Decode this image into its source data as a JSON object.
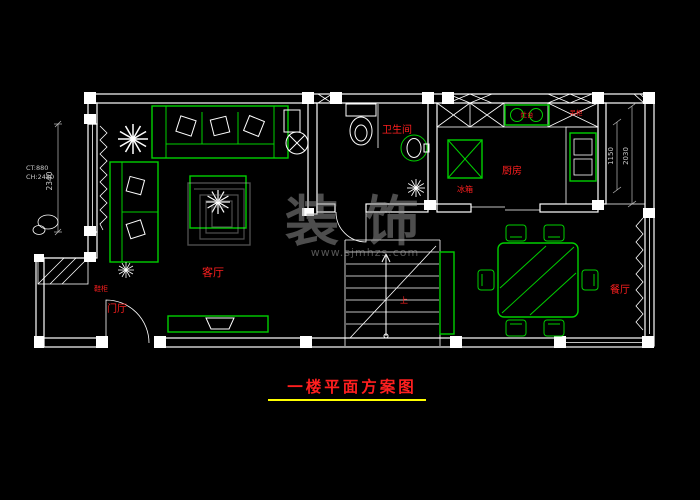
{
  "title": {
    "text": "一楼平面方案图"
  },
  "watermark": {
    "brand": "装饰",
    "url": "www.sjmhzs.com"
  },
  "rooms": {
    "living": "客厅",
    "entry": "门厅",
    "bathroom": "卫生间",
    "kitchen": "厨房",
    "dining": "餐厅"
  },
  "annotations": {
    "fridge": "冰箱",
    "shoe_cabinet": "鞋柜",
    "stove": "灶台",
    "wall_cabinet": "吊柜",
    "stairs_up": "上"
  },
  "dimensions": {
    "window_note_1": "CT:880",
    "window_note_2": "CH:2480",
    "left_height": "2340",
    "right_width": "1150",
    "right_height": "2030"
  },
  "colors": {
    "background": "#000000",
    "wall": "#ffffff",
    "furniture": "#00cf00",
    "label": "#ff1f1f",
    "title": "#ff1f1f",
    "underline": "#ffff00",
    "watermark": "#9a9a9a"
  }
}
